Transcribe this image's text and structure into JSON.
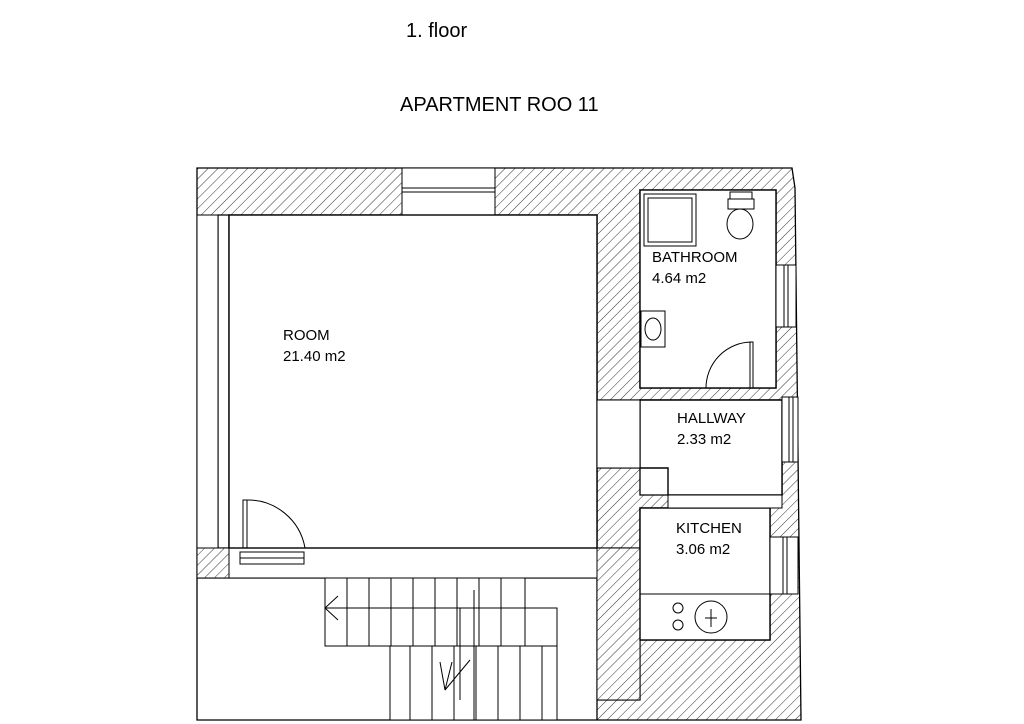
{
  "header": {
    "floor": "1. floor",
    "title": "APARTMENT ROO 11"
  },
  "rooms": {
    "room": {
      "name": "ROOM",
      "area": "21.40 m2"
    },
    "bathroom": {
      "name": "BATHROOM",
      "area": "4.64 m2"
    },
    "hallway": {
      "name": "HALLWAY",
      "area": "2.33 m2"
    },
    "kitchen": {
      "name": "KITCHEN",
      "area": "3.06 m2"
    }
  },
  "colors": {
    "line": "#000000",
    "wall_fill": "#ffffff"
  }
}
